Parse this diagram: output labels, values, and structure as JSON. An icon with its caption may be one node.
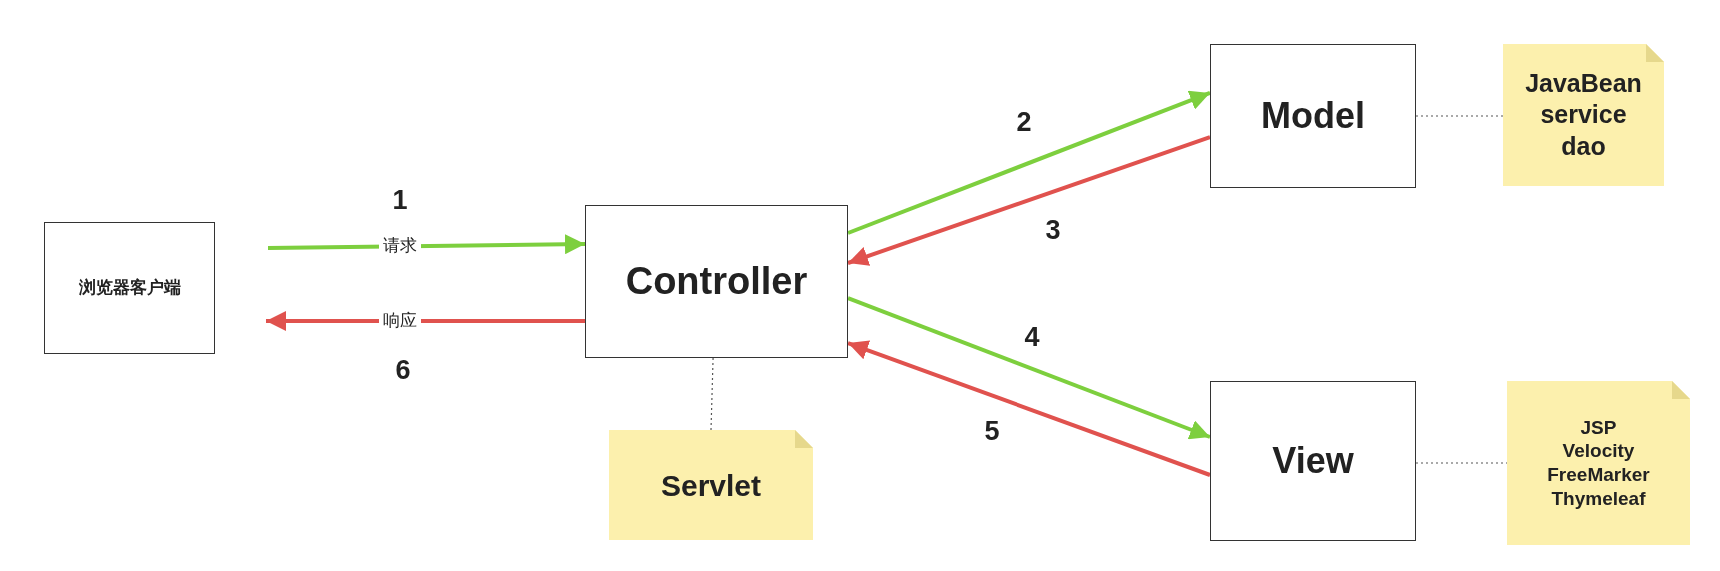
{
  "diagram": {
    "nodes": [
      {
        "text": [
          "浏览器客户端"
        ]
      },
      {
        "text": [
          "Controller"
        ]
      },
      {
        "text": [
          "Model"
        ]
      },
      {
        "text": [
          "View"
        ]
      },
      {
        "text": [
          "JavaBean service dao"
        ]
      },
      {
        "text": [
          "JSP Velocity FreeMarker Thymeleaf"
        ]
      },
      {
        "text": [
          "Servlet"
        ]
      }
    ],
    "edges": [
      {
        "from": null,
        "to": 1,
        "arrow": "to",
        "label": "请求",
        "color": "#7dcf3e"
      },
      {
        "from": 1,
        "to": null,
        "arrow": "to",
        "label": "响应",
        "color": "#e0524e"
      },
      {
        "from": 1,
        "to": 2,
        "arrow": "to",
        "label": "2",
        "color": "#7dcf3e"
      },
      {
        "from": 2,
        "to": 1,
        "arrow": "to",
        "label": "3",
        "color": "#e0524e"
      },
      {
        "from": 1,
        "to": 3,
        "arrow": "to",
        "label": "4",
        "color": "#7dcf3e"
      },
      {
        "from": 3,
        "to": 1,
        "arrow": "to",
        "label": "5",
        "color": "#e0524e"
      },
      {
        "from": 1,
        "to": 6,
        "arrow": "none",
        "style": "dashed",
        "color": "#555555"
      },
      {
        "from": 2,
        "to": 4,
        "arrow": "none",
        "style": "dashed",
        "color": "#555555"
      },
      {
        "from": 3,
        "to": 5,
        "arrow": "none",
        "style": "dashed",
        "color": "#555555"
      }
    ],
    "labels": [
      "1",
      "6"
    ]
  }
}
